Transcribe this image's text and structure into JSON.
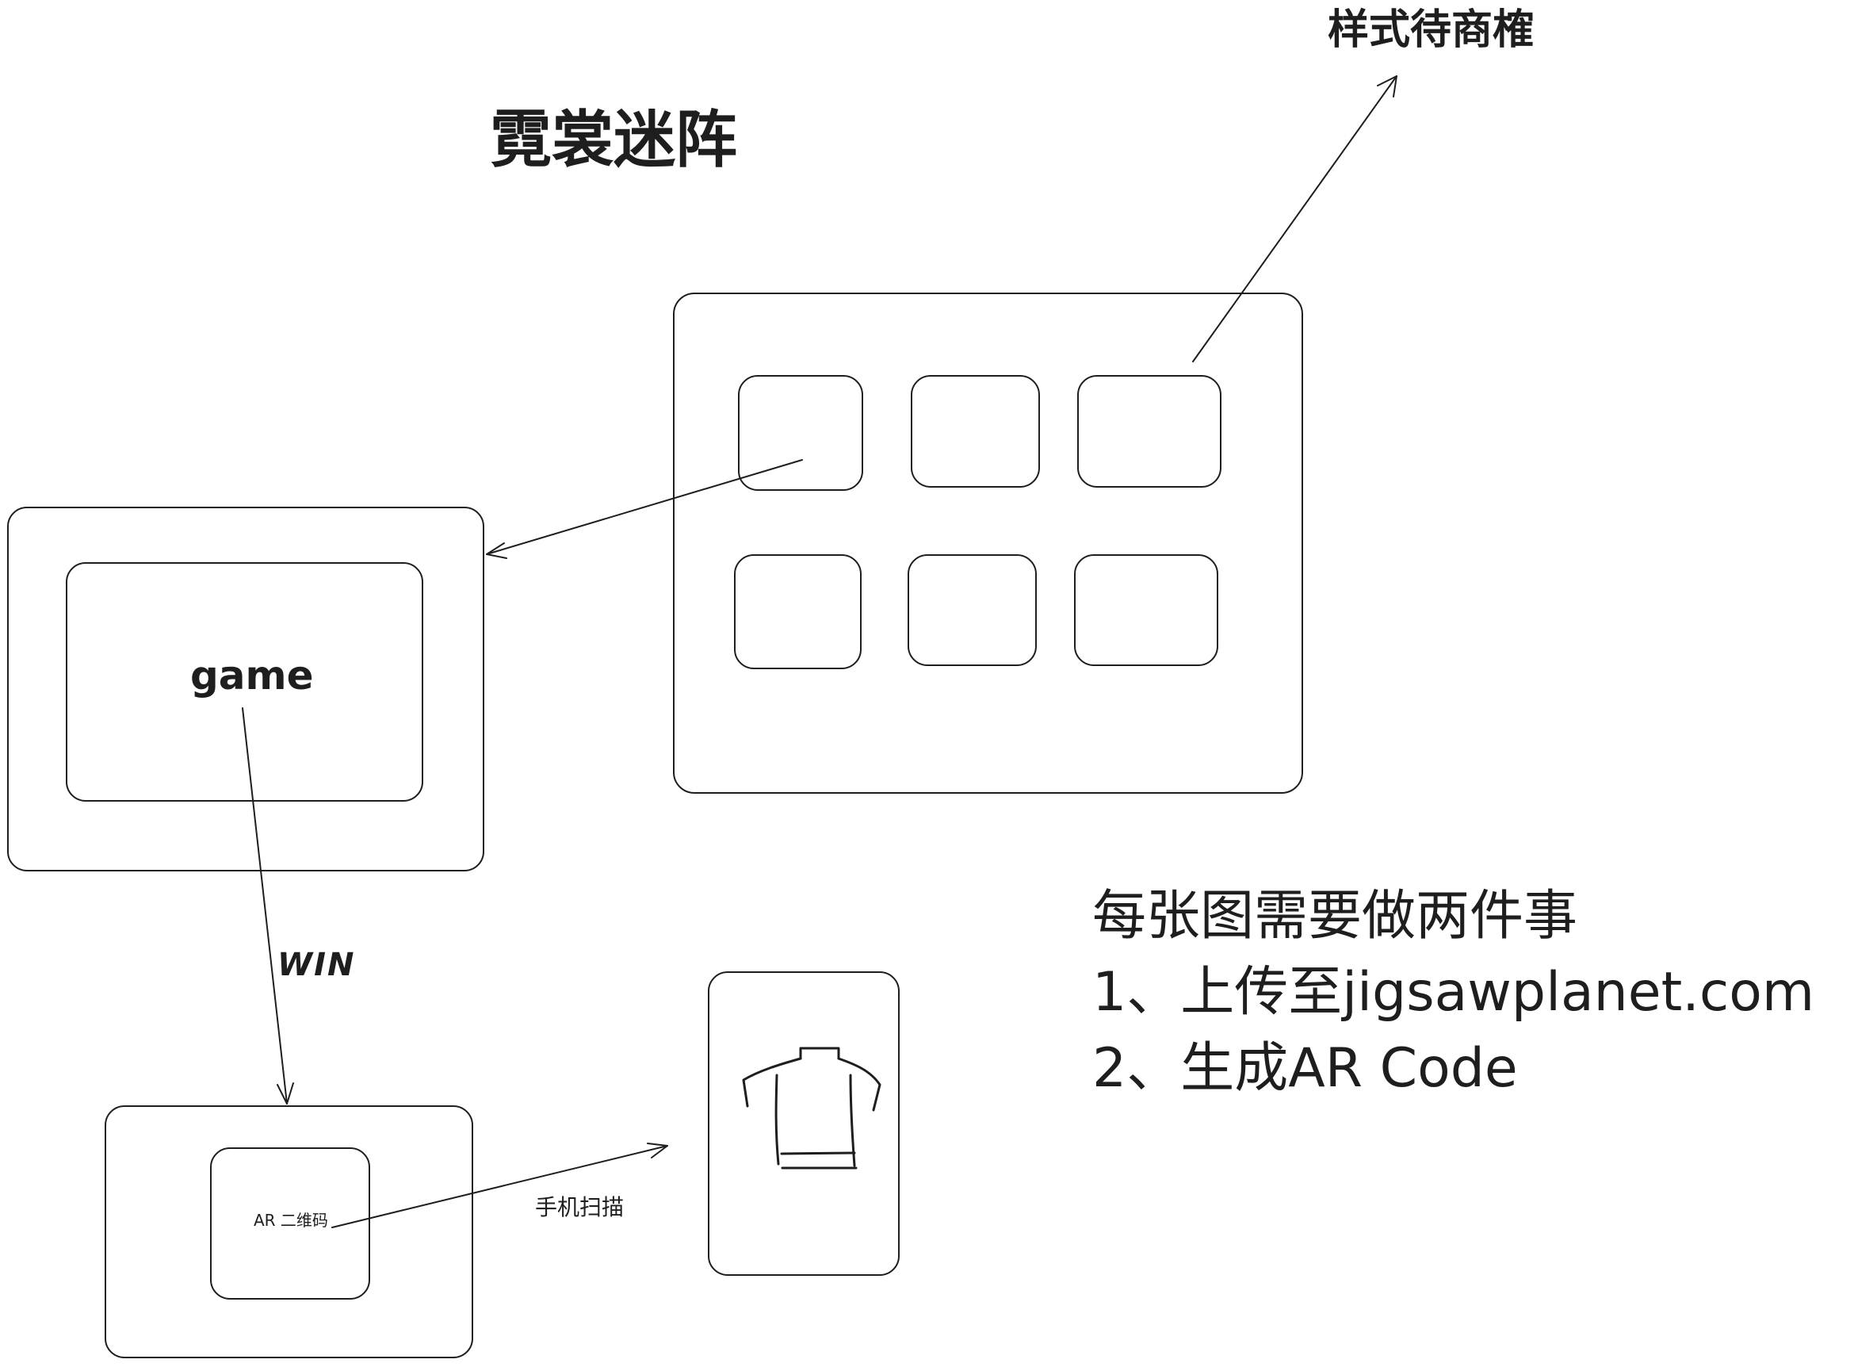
{
  "title": "霓裳迷阵",
  "style_note": "样式待商榷",
  "game_label": "game",
  "win_label": "WIN",
  "ar_label": "AR 二维码",
  "scan_label": "手机扫描",
  "notes": {
    "heading": "每张图需要做两件事",
    "step1": "1、上传至jigsawplanet.com",
    "step2": "2、生成AR Code"
  },
  "icons": {
    "tshirt": "tshirt-icon"
  },
  "colors": {
    "stroke": "#1e1e1e",
    "background": "#ffffff"
  }
}
